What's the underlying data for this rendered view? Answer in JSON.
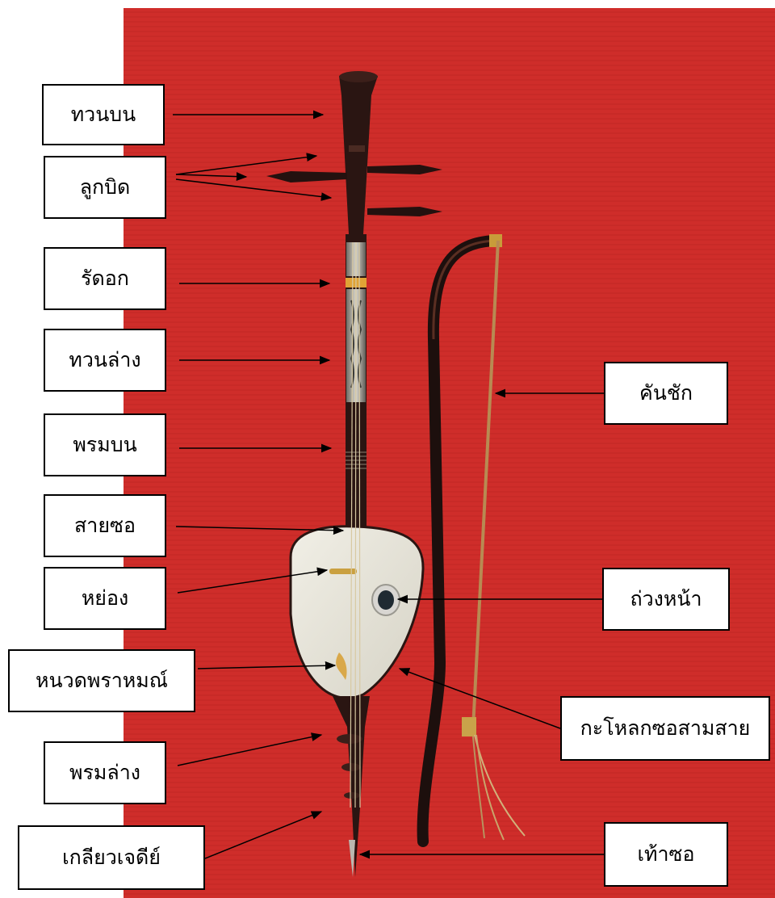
{
  "diagram": {
    "subject": "Thai three-string fiddle (so sam sai) with bow",
    "colors": {
      "background": "#cf2d2a",
      "instrument_wood": "#2a1512",
      "soundbox_skin": "#e9e6da",
      "label_border": "#000000",
      "arrow": "#000000"
    },
    "labels": {
      "thuan_bon": "ทวนบน",
      "luk_bit": "ลูกบิด",
      "rat_ok": "รัดอก",
      "thuan_lang": "ทวนล่าง",
      "phrom_bon": "พรมบน",
      "sai_so": "สายซอ",
      "yong": "หย่อง",
      "nuat_phram": "หนวดพราหมณ์",
      "phrom_lang": "พรมล่าง",
      "kliao_chedi": "เกลียวเจดีย์",
      "khan_chak": "คันชัก",
      "thuang_na": "ถ่วงหน้า",
      "kalok_so_sam_sai": "กะโหลกซอสามสาย",
      "thao_so": "เท้าซอ"
    }
  }
}
